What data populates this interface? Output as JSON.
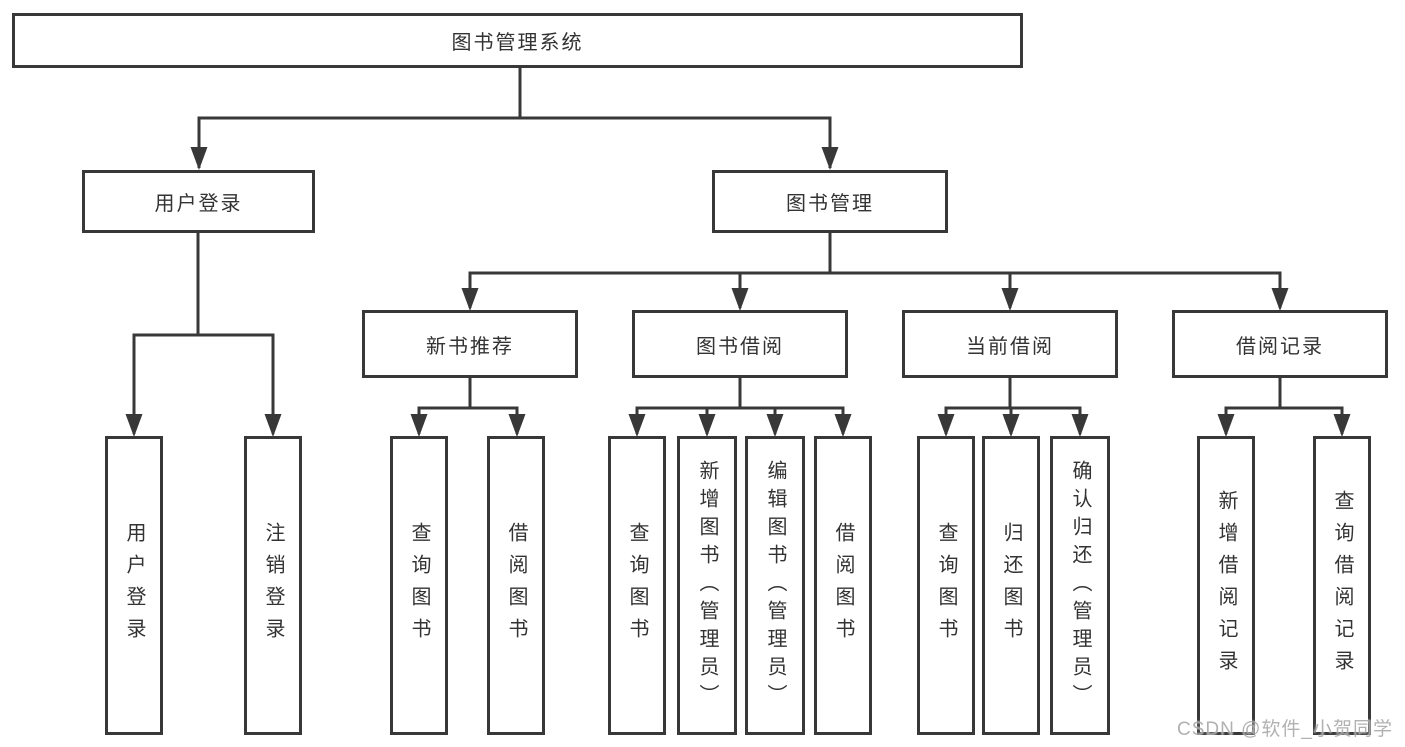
{
  "tree": {
    "root": {
      "label": "图书管理系统",
      "children": [
        {
          "label": "用户登录",
          "children": [
            {
              "label": "用户登录"
            },
            {
              "label": "注销登录"
            }
          ]
        },
        {
          "label": "图书管理",
          "children": [
            {
              "label": "新书推荐",
              "children": [
                {
                  "label": "查询图书"
                },
                {
                  "label": "借阅图书"
                }
              ]
            },
            {
              "label": "图书借阅",
              "children": [
                {
                  "label": "查询图书"
                },
                {
                  "label": "新增图书（管理员）"
                },
                {
                  "label": "编辑图书（管理员）"
                },
                {
                  "label": "借阅图书"
                }
              ]
            },
            {
              "label": "当前借阅",
              "children": [
                {
                  "label": "查询图书"
                },
                {
                  "label": "归还图书"
                },
                {
                  "label": "确认归还（管理员）"
                }
              ]
            },
            {
              "label": "借阅记录",
              "children": [
                {
                  "label": "新增借阅记录"
                },
                {
                  "label": "查询借阅记录"
                }
              ]
            }
          ]
        }
      ]
    }
  },
  "watermark": {
    "text": "CSDN @软件_小贺同学"
  },
  "colors": {
    "line": "#383838",
    "box_border": "#383838",
    "text": "#333333",
    "watermark": "#9e9e9e",
    "background": "#ffffff"
  }
}
